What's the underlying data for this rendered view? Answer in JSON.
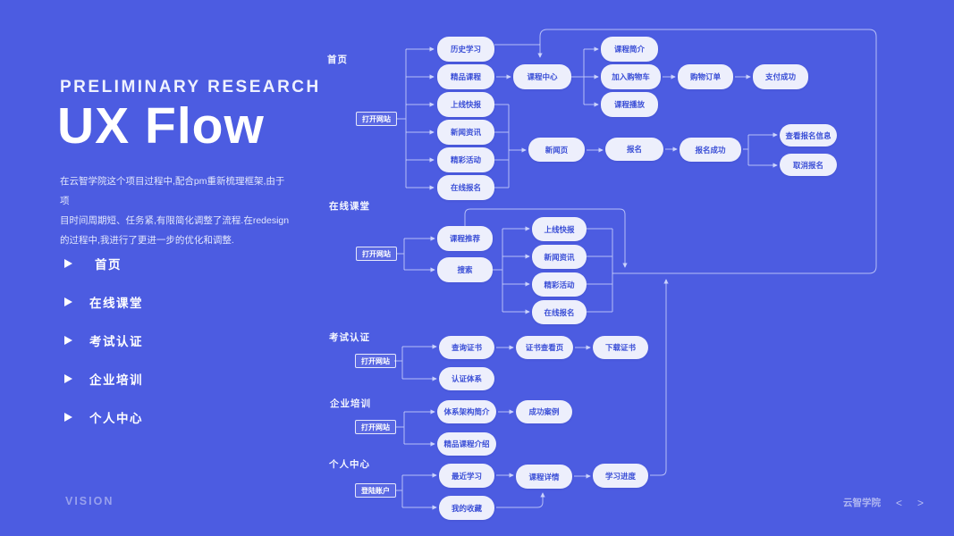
{
  "slide": {
    "eyebrow": "PRELIMINARY RESEARCH",
    "title": "UX Flow",
    "description_lines": [
      "在云智学院这个项目过程中,配合pm重新梳理框架,由于项",
      "目时间周期短、任务紧,有限简化调整了流程.在redesign",
      "的过程中,我进行了更进一步的优化和调整."
    ],
    "menu": [
      "首页",
      "在线课堂",
      "考试认证",
      "企业培训",
      "个人中心"
    ],
    "footer_left": "VISION",
    "footer_right": {
      "brand": "云智学院",
      "prev": "<",
      "next": ">"
    }
  },
  "flow": {
    "sections": {
      "home": "首页",
      "class": "在线课堂",
      "exam": "考试认证",
      "corp": "企业培训",
      "personal": "个人中心"
    },
    "nodes": {
      "home_open": "打开网站",
      "history": "历史学习",
      "featured": "精品课程",
      "launch_news": "上线快报",
      "news_info": "新闻资讯",
      "activities": "精彩活动",
      "online_signup": "在线报名",
      "course_center": "课程中心",
      "course_intro": "课程简介",
      "add_cart": "加入购物车",
      "course_play": "课程播放",
      "order": "购物订单",
      "pay_success": "支付成功",
      "news_page": "新闻页",
      "signup": "报名",
      "signup_success": "报名成功",
      "view_signup_info": "查看报名信息",
      "cancel_signup": "取消报名",
      "class_open": "打开网站",
      "course_rec": "课程推荐",
      "search": "搜索",
      "launch_news2": "上线快报",
      "news_info2": "新闻资讯",
      "activities2": "精彩活动",
      "online_signup2": "在线报名",
      "exam_open": "打开网站",
      "query_cert": "查询证书",
      "cert_system": "认证体系",
      "cert_view": "证书查看页",
      "download_cert": "下载证书",
      "corp_open": "打开网站",
      "arch_intro": "体系架构简介",
      "success_case": "成功案例",
      "featured_intro": "精品课程介绍",
      "login": "登陆账户",
      "recent_study": "最近学习",
      "my_favorites": "我的收藏",
      "course_detail": "课程详情",
      "study_progress": "学习进度"
    }
  },
  "colors": {
    "background": "#4c5ce1",
    "node_fill": "#edeffc",
    "node_text": "#3a4ed6",
    "wire": "#dfe5ff"
  }
}
